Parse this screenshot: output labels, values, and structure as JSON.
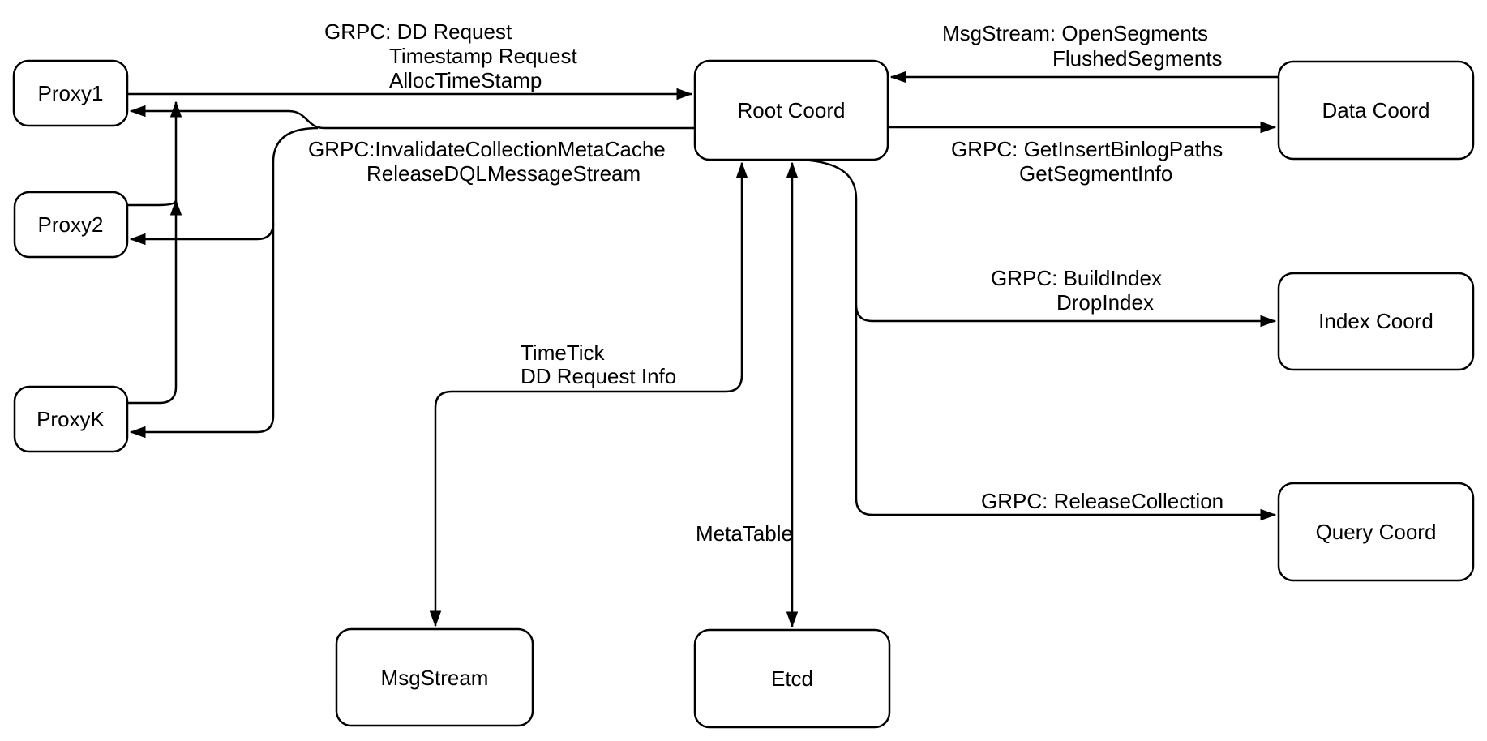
{
  "diagram": {
    "background": "#ffffff",
    "stroke_color": "#000000",
    "node_fill": "#ffffff",
    "nodes": {
      "proxy1": {
        "label": "Proxy1"
      },
      "proxy2": {
        "label": "Proxy2"
      },
      "proxyk": {
        "label": "ProxyK"
      },
      "root_coord": {
        "label": "Root Coord"
      },
      "data_coord": {
        "label": "Data Coord"
      },
      "index_coord": {
        "label": "Index Coord"
      },
      "query_coord": {
        "label": "Query Coord"
      },
      "msgstream": {
        "label": "MsgStream"
      },
      "etcd": {
        "label": "Etcd"
      }
    },
    "edges": {
      "proxies_to_root": {
        "label_line1": "GRPC: DD Request",
        "label_line2": "Timestamp Request",
        "label_line3": "AllocTimeStamp"
      },
      "root_to_proxies": {
        "label_line1": "GRPC:InvalidateCollectionMetaCache",
        "label_line2": "ReleaseDQLMessageStream"
      },
      "data_to_root": {
        "label_line1": "MsgStream: OpenSegments",
        "label_line2": "FlushedSegments"
      },
      "root_to_data": {
        "label_line1": "GRPC: GetInsertBinlogPaths",
        "label_line2": "GetSegmentInfo"
      },
      "root_to_index": {
        "label_line1": "GRPC: BuildIndex",
        "label_line2": "DropIndex"
      },
      "root_to_query": {
        "label_line1": "GRPC: ReleaseCollection"
      },
      "root_to_msgstream": {
        "label_line1": "TimeTick",
        "label_line2": "DD Request Info"
      },
      "root_to_etcd": {
        "label_line1": "MetaTable"
      }
    }
  }
}
